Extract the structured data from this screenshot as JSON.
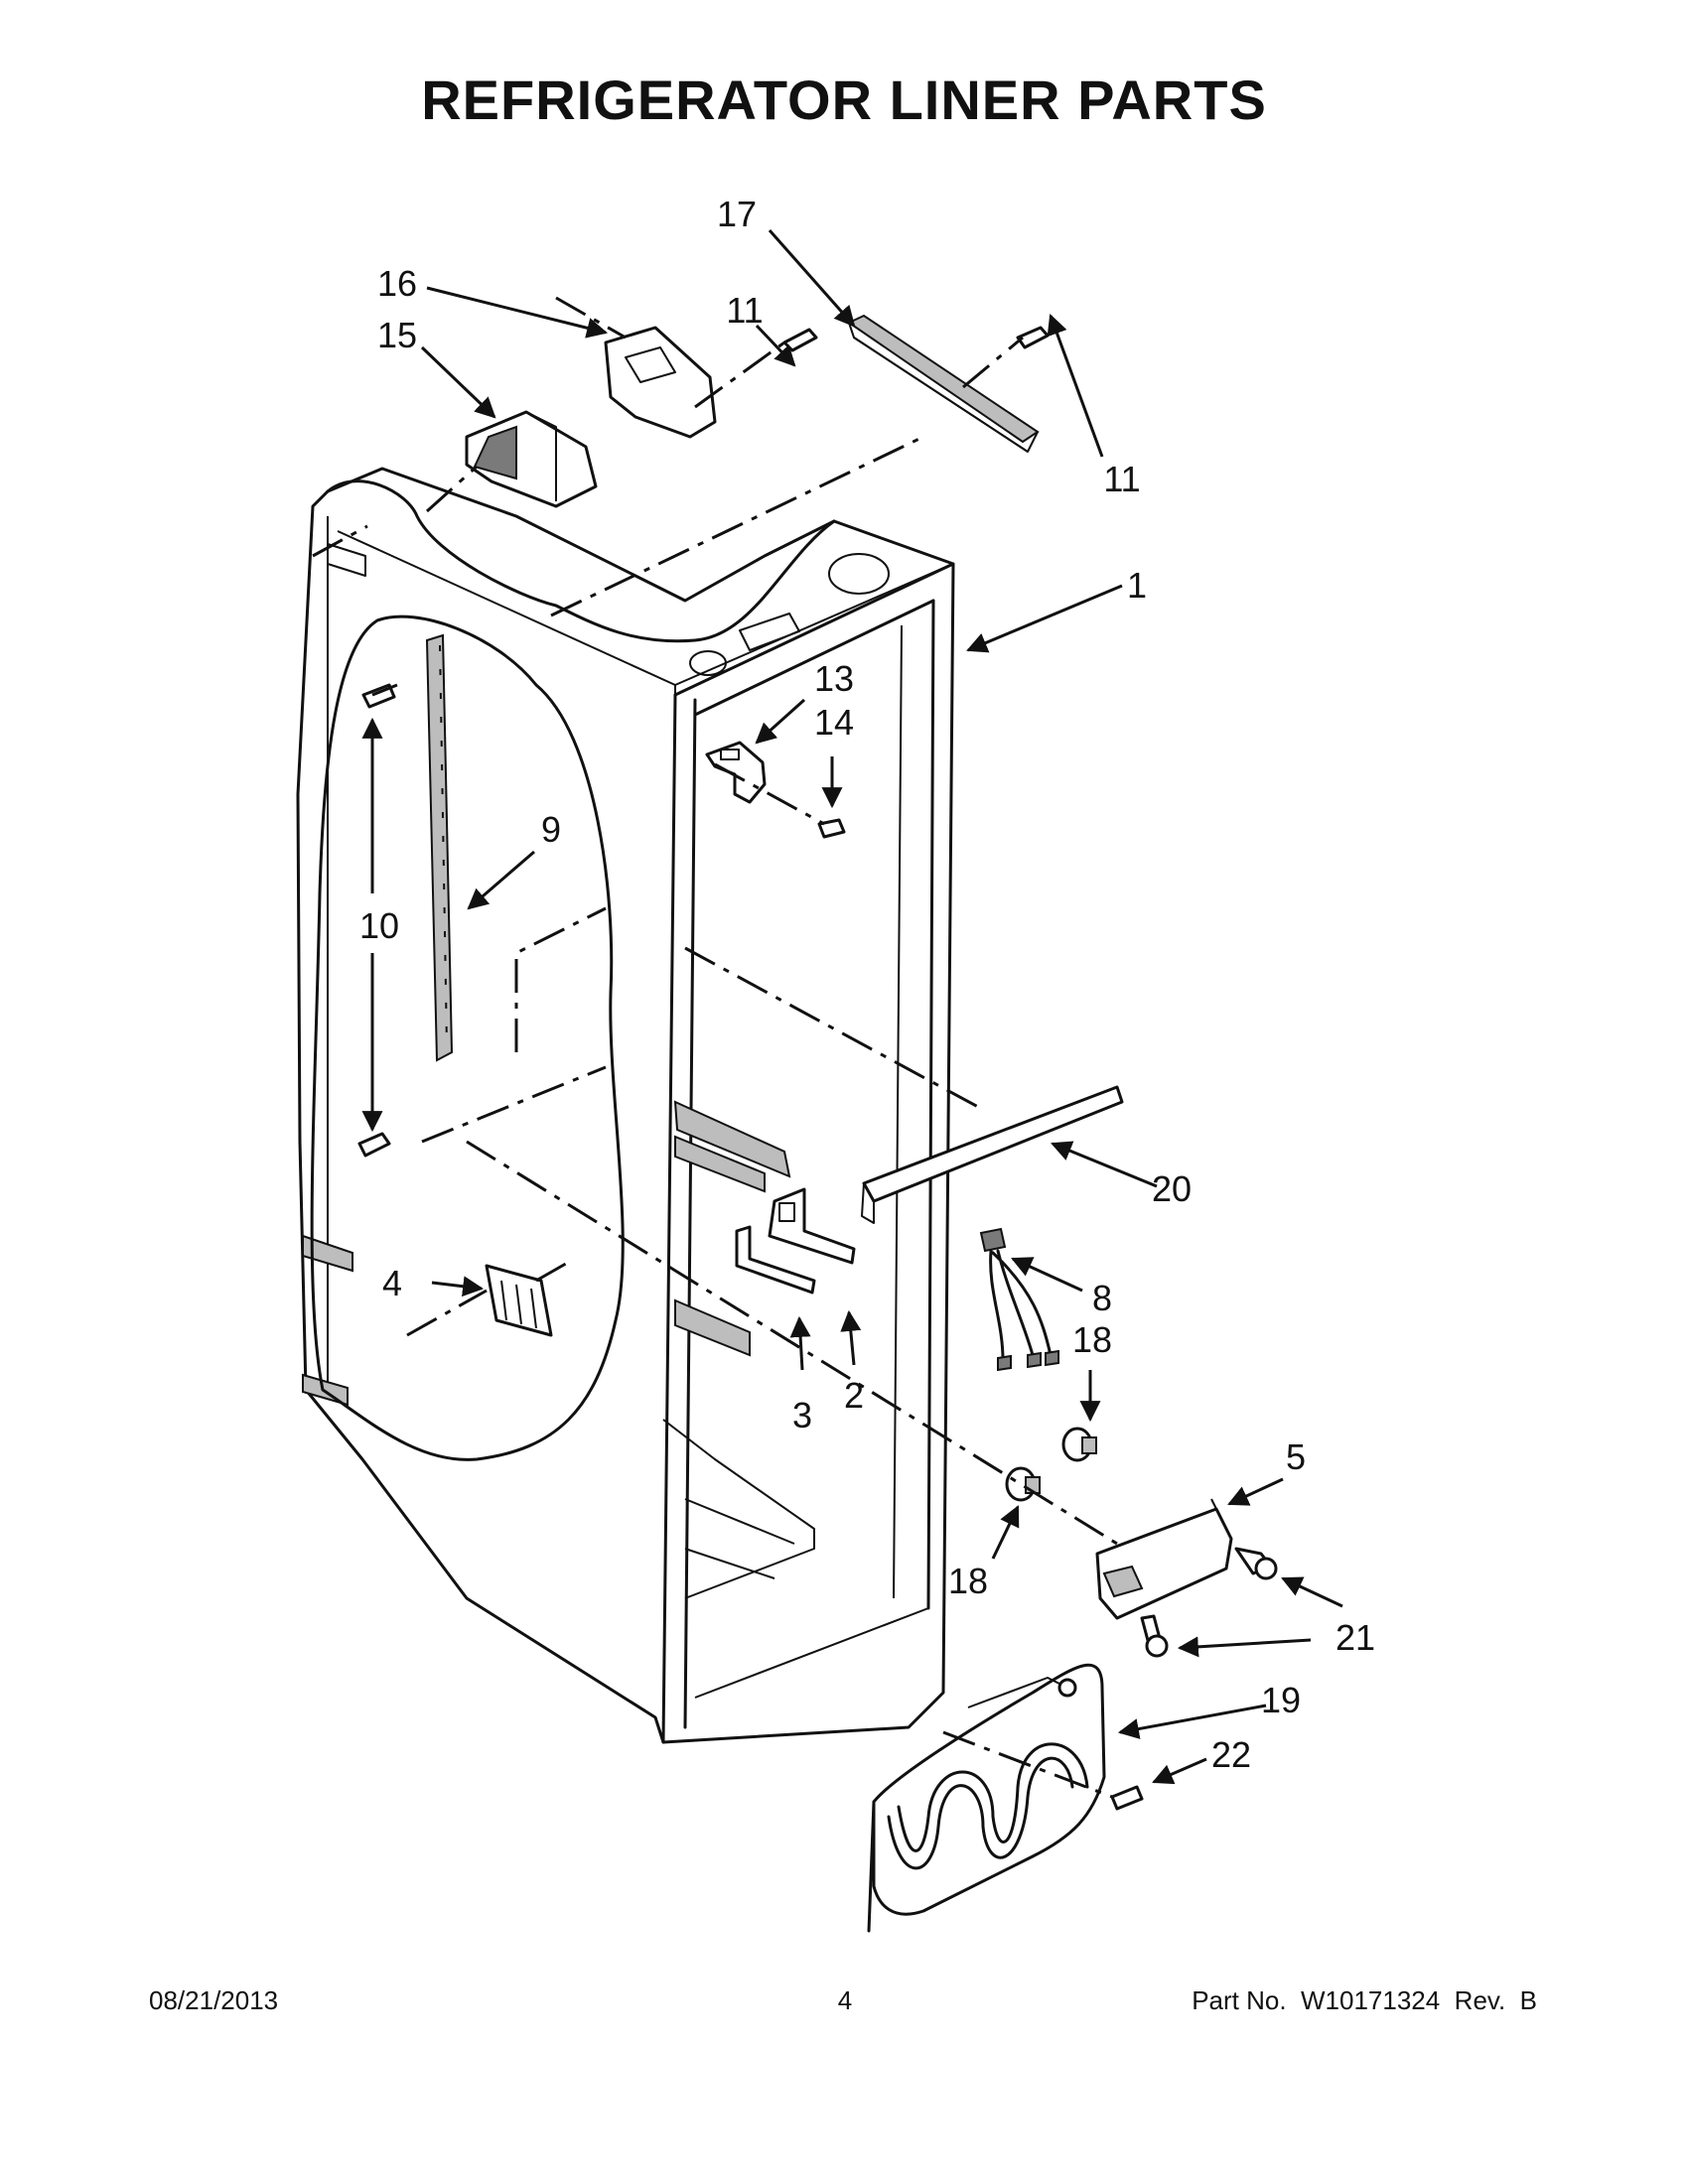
{
  "title": "REFRIGERATOR LINER PARTS",
  "callouts": [
    "1",
    "2",
    "3",
    "4",
    "5",
    "8",
    "9",
    "10",
    "11",
    "11",
    "13",
    "14",
    "15",
    "16",
    "17",
    "18",
    "18",
    "19",
    "20",
    "21",
    "22"
  ],
  "footer": {
    "date": "08/21/2013",
    "page": "4",
    "part": "Part No.  W10171324  Rev.  B"
  }
}
